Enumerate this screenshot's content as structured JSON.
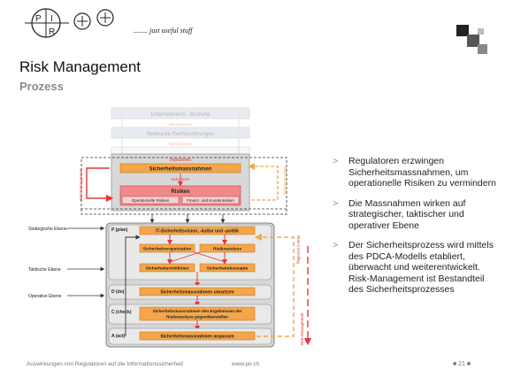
{
  "header": {
    "logo_letters": [
      "P",
      "I",
      "R"
    ],
    "tagline": "........ just useful stuff"
  },
  "title": "Risk Management",
  "subtitle": "Prozess",
  "diagram": {
    "top_faded": [
      "Unternehmens - Branche",
      "Relevante Rechtsordnungen"
    ],
    "faded_labels": [
      "beeinflussen",
      "beeinflussen"
    ],
    "implizieren": "Implizieren",
    "massnahmen": "Sicherheitsmassnahmen",
    "reduzieren": "reduzieren",
    "risiken_title": "Risiken",
    "risiken_sub": [
      "Operationelle Risiken",
      "Finanz- und Kundenrisiken"
    ],
    "left_vertical": "Risk-Management",
    "right_vertical_top": "Risk-Controlling",
    "right_vertical_bottom": "Risk-Controlling",
    "risk_mgmt_bottom": "Risk-Management",
    "levels": [
      "Strategische Ebene",
      "Taktische Ebene",
      "Operative Ebene"
    ],
    "phases": [
      "P (plan)",
      "D (do)",
      "C (check)",
      "A (act)"
    ],
    "boxes": {
      "policy": "IT-Sicherheitsvision, -kultur und -politik",
      "org": "Sicherheitsorganisation",
      "analyse": "Risikoanalyse",
      "richtlinien": "Sicherheitsrichtlinien",
      "konzepte": "Sicherheitskonzepte",
      "umsetzen": "Sicherheitsmassnahmen umsetzen",
      "check_l1": "Sicherheitsmassnahmen den Ergebnissen der",
      "check_l2": "Risikoanalyse gegenüberstellen",
      "anpassen": "Sicherheitsmassnahmen anpassen"
    }
  },
  "bullets": [
    {
      "marker": ">",
      "text": "Regulatoren erzwingen Sicherheitsmassnahmen, um operationelle Risiken zu vermindern"
    },
    {
      "marker": ">",
      "text": "Die Massnahmen wirken auf strategischer, taktischer und operativer Ebene"
    },
    {
      "marker": ">",
      "text": "Der Sicherheitsprozess wird mittels des PDCA-Modells etabliert, überwacht und weiterentwickelt. Risk-Management ist Bestandteil des Sicherheitsprozesses"
    }
  ],
  "footer": {
    "left": "Auswirkungen von Regulatoren auf die Informationssicherheit",
    "center": "www.pir.ch",
    "page": "■ 21 ■"
  },
  "colors": {
    "orange": "#f5a64a",
    "red": "#e53935",
    "pink": "#f08a8a",
    "grey": "#d8d8d8"
  }
}
